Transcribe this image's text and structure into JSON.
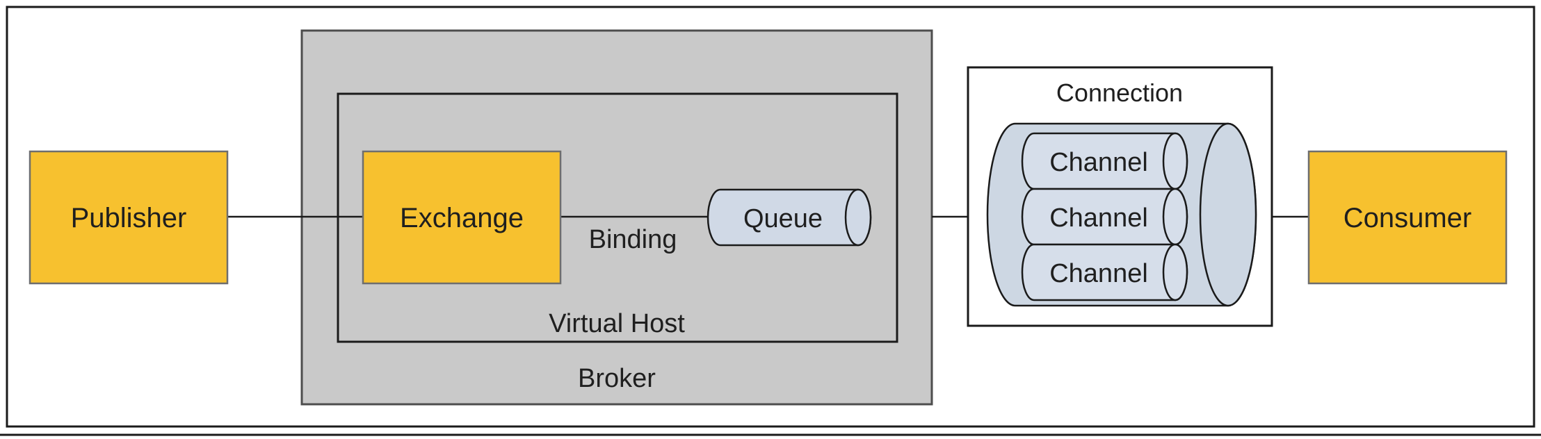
{
  "publisher": {
    "label": "Publisher"
  },
  "consumer": {
    "label": "Consumer"
  },
  "broker": {
    "label": "Broker",
    "virtual_host": {
      "label": "Virtual Host",
      "exchange": {
        "label": "Exchange"
      },
      "binding": {
        "label": "Binding"
      },
      "queue": {
        "label": "Queue"
      }
    }
  },
  "connection": {
    "label": "Connection",
    "channels": [
      {
        "label": "Channel"
      },
      {
        "label": "Channel"
      },
      {
        "label": "Channel"
      }
    ]
  },
  "colors": {
    "node_fill": "#F7C12F",
    "node_stroke": "#6E6E6E",
    "broker_fill": "#C9C9C9",
    "cylinder_fill": "#D0D9E6",
    "frame_stroke": "#1A1A1A"
  }
}
